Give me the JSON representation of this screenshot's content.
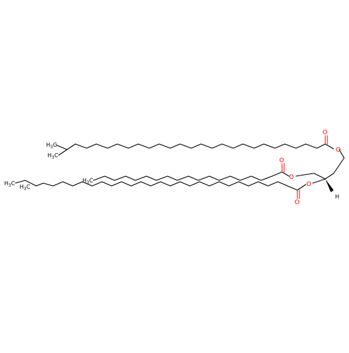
{
  "molecule": {
    "atoms": {
      "oxygen": "O",
      "hydrogen": "H",
      "methyl_prefix": "H",
      "methyl_sub": "3",
      "methyl_suffix": "C"
    },
    "colors": {
      "bond": "#000000",
      "oxygen": "#ff0000",
      "background": "#ffffff"
    }
  }
}
